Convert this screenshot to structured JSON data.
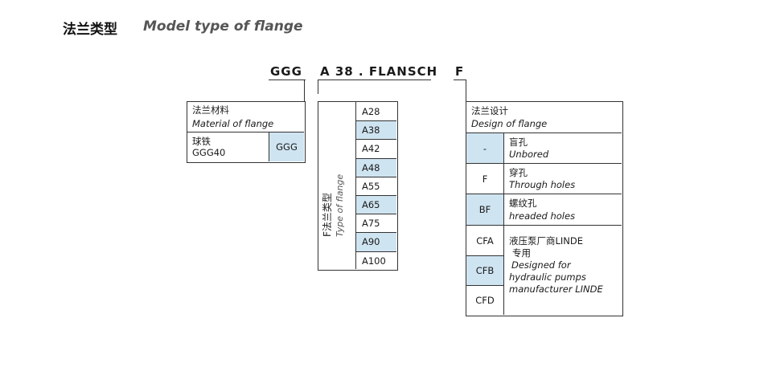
{
  "header": {
    "title_cn": "法兰类型",
    "title_en": "Model type of flange"
  },
  "code": {
    "part1": "GGG",
    "part2": "A 38 . FLANSCH",
    "part3": "F"
  },
  "material": {
    "title_cn": "法兰材料",
    "title_en": "Material of flange",
    "row_label_cn": "球铁",
    "row_label_code": "GGG40",
    "row_value": "GGG"
  },
  "type": {
    "label_cn": "F法兰类型",
    "label_en": "Type of flange",
    "items": [
      {
        "code": "A28",
        "shaded": false
      },
      {
        "code": "A38",
        "shaded": true
      },
      {
        "code": "A42",
        "shaded": false
      },
      {
        "code": "A48",
        "shaded": true
      },
      {
        "code": "A55",
        "shaded": false
      },
      {
        "code": "A65",
        "shaded": true
      },
      {
        "code": "A75",
        "shaded": false
      },
      {
        "code": "A90",
        "shaded": true
      },
      {
        "code": "A100",
        "shaded": false
      }
    ]
  },
  "design": {
    "title_cn": "法兰设计",
    "title_en": "Design of flange",
    "rows": [
      {
        "code": "-",
        "cn": "盲孔",
        "en": "Unbored",
        "shaded": true
      },
      {
        "code": "F",
        "cn": "穿孔",
        "en": "Through holes",
        "shaded": false
      },
      {
        "code": "BF",
        "cn": "螺纹孔",
        "en": "hreaded holes",
        "shaded": true
      }
    ],
    "linde": {
      "codes": [
        {
          "code": "CFA",
          "shaded": false
        },
        {
          "code": "CFB",
          "shaded": true
        },
        {
          "code": "CFD",
          "shaded": false
        }
      ],
      "cn_line1": "液压泵厂商LINDE",
      "cn_line2": "专用",
      "en_line1": "Designed for",
      "en_line2": "hydraulic pumps",
      "en_line3": "manufacturer LINDE"
    }
  },
  "colors": {
    "shade": "#cfe4f1",
    "line": "#333333"
  }
}
